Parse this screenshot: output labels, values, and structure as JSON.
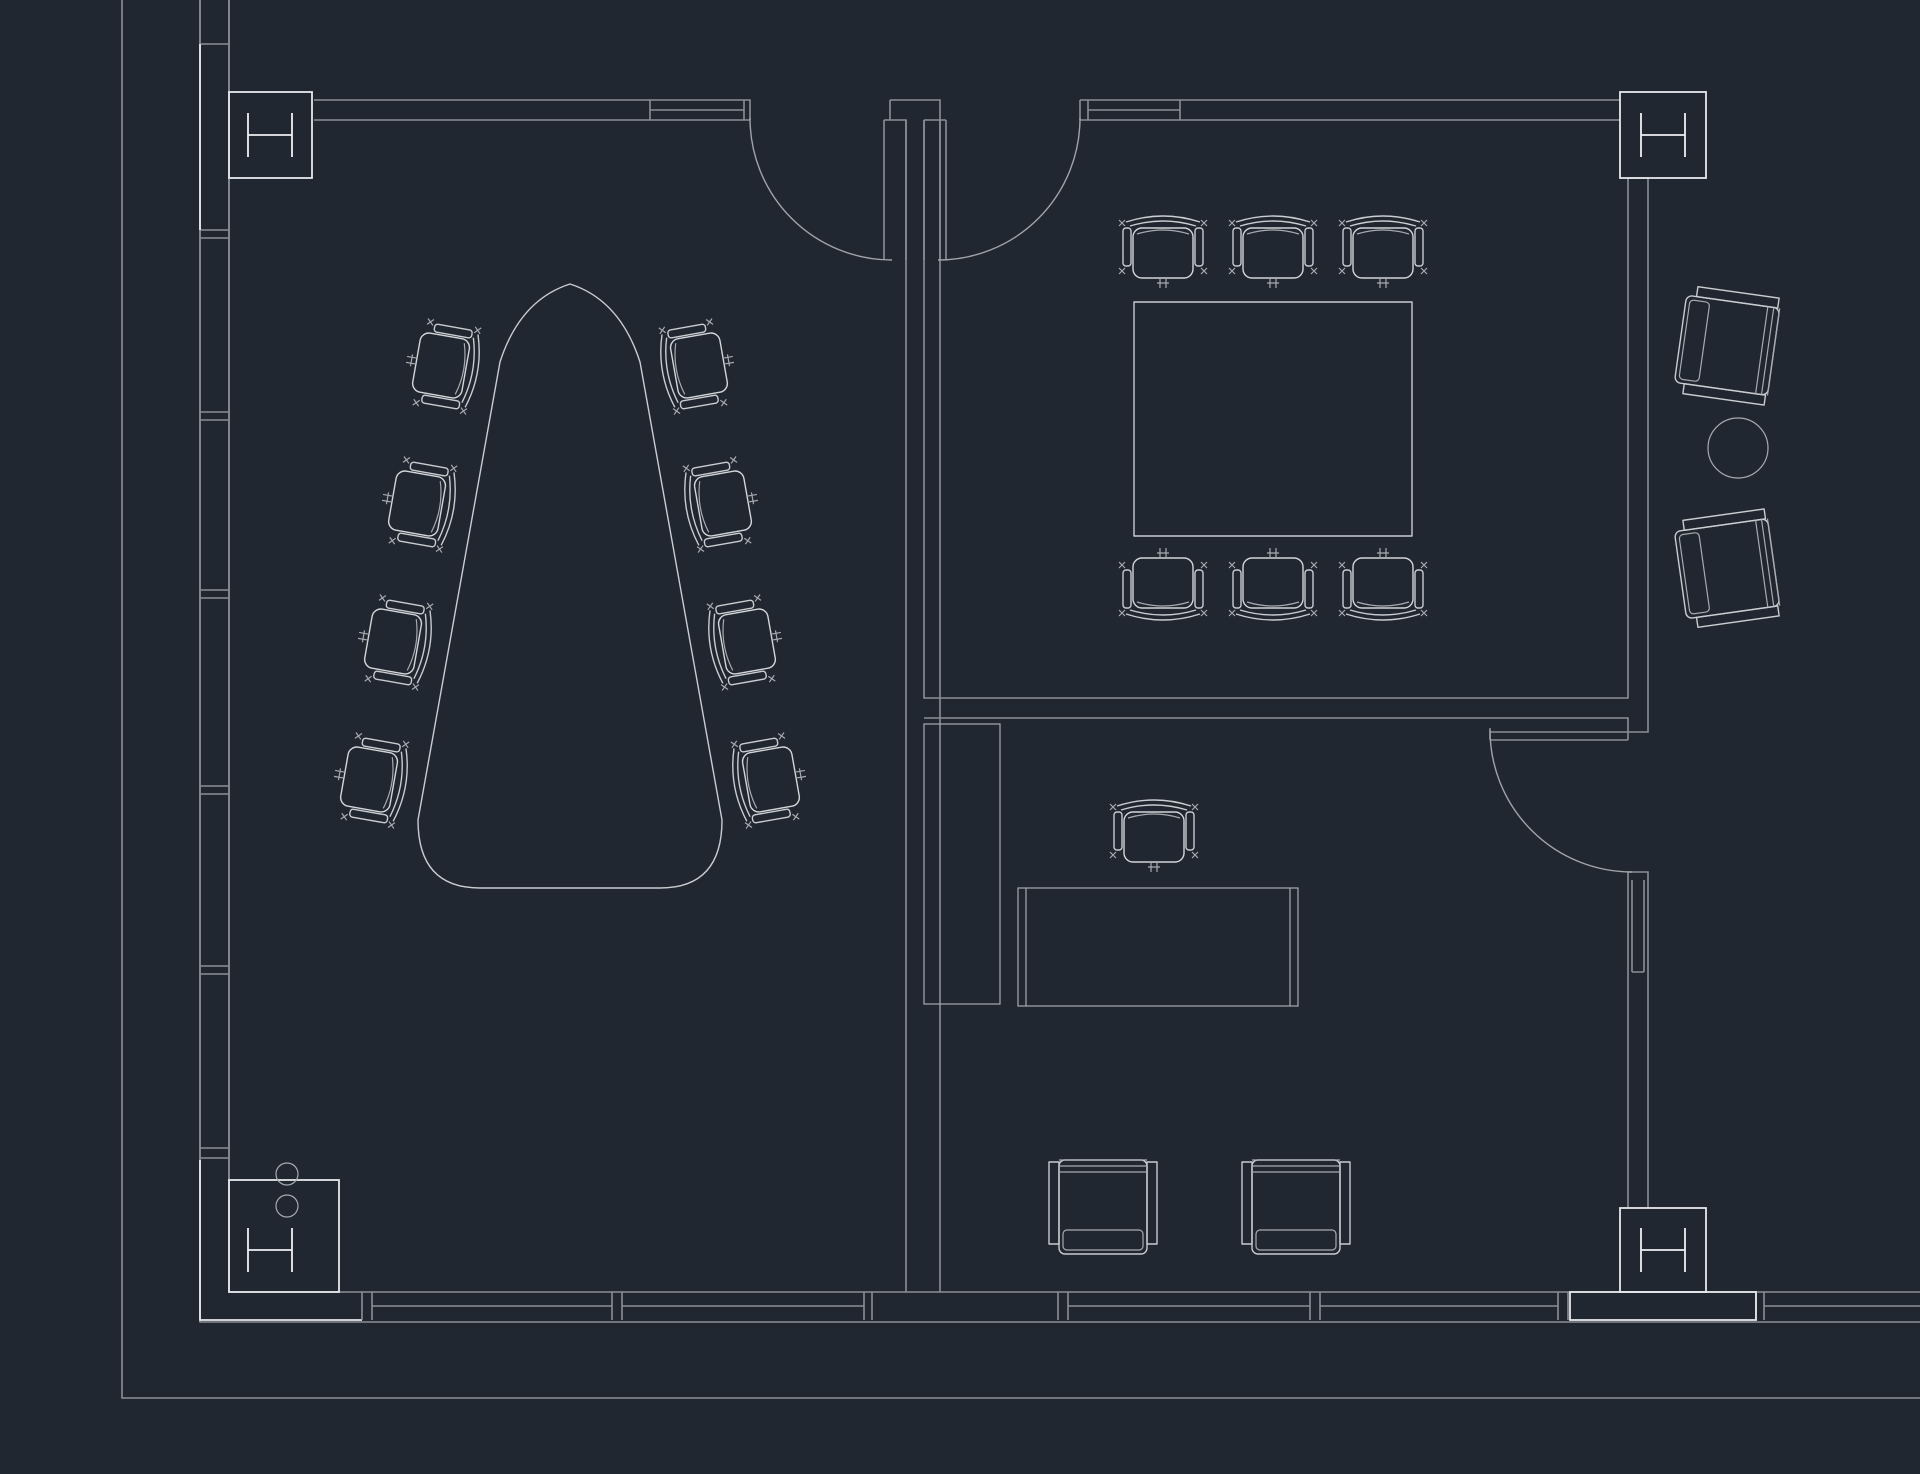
{
  "colors": {
    "background": "#212730",
    "wall": "#8a8e94",
    "column": "#e6e8ea",
    "furniture": "#c9ccd0"
  },
  "plan": {
    "rooms": [
      {
        "id": "conference-room",
        "furniture": [
          "boat-shaped-conference-table",
          "chair-x8"
        ]
      },
      {
        "id": "meeting-room",
        "furniture": [
          "rectangular-table",
          "chair-x6"
        ]
      },
      {
        "id": "private-office",
        "furniture": [
          "desk",
          "desk-chair",
          "credenza",
          "guest-armchair-x2"
        ]
      },
      {
        "id": "lounge",
        "furniture": [
          "armchair-x2",
          "round-side-table"
        ]
      }
    ],
    "columns": 4,
    "doors": 3
  }
}
